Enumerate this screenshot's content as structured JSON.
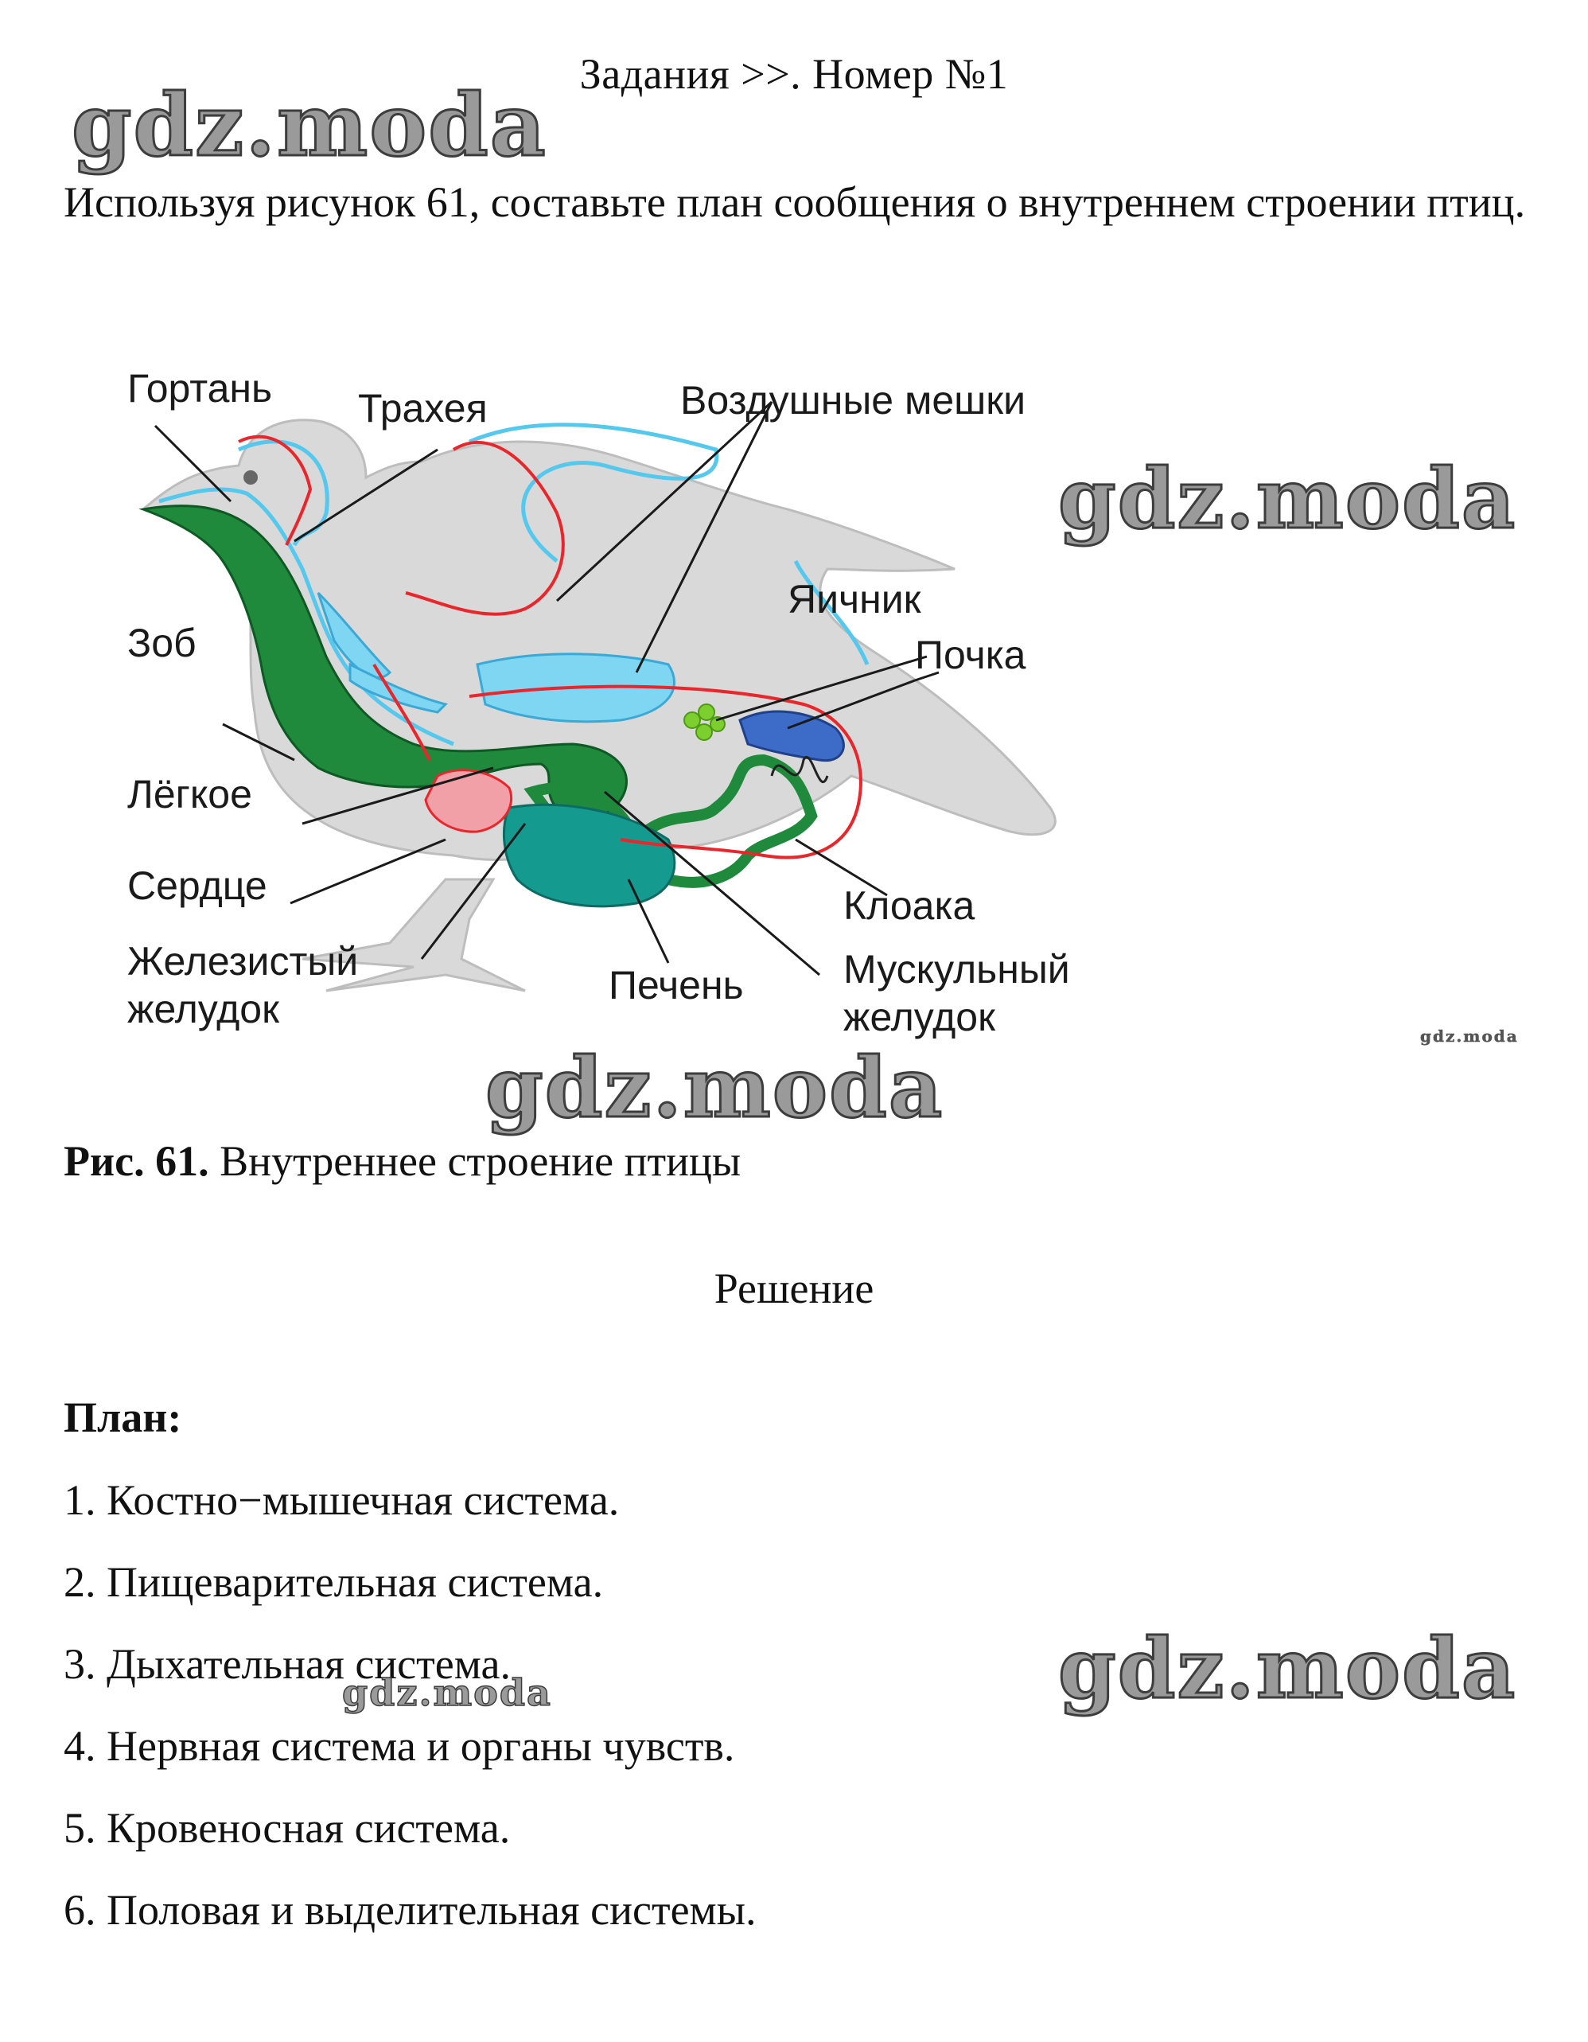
{
  "header": {
    "title": "Задания >>. Номер №1"
  },
  "task": {
    "text": "Используя рисунок 61, составьте план сообщения о внутреннем строении птиц."
  },
  "figure": {
    "labels": {
      "larynx": "Гортань",
      "trachea": "Трахея",
      "air_sacs": "Воздушные мешки",
      "ovary": "Яичник",
      "kidney": "Почка",
      "crop": "Зоб",
      "lung": "Лёгкое",
      "heart": "Сердце",
      "gland_stomach_1": "Железистый",
      "gland_stomach_2": "желудок",
      "cloaca": "Клоака",
      "liver": "Печень",
      "muscle_stomach_1": "Мускульный",
      "muscle_stomach_2": "желудок"
    },
    "colors": {
      "body": "#d9d9d9",
      "digestive": "#1f8a3c",
      "respiratory": "#55c8ee",
      "vessels": "#e8262b",
      "heart": "#f2a0a8",
      "kidney": "#3c6cc8",
      "ovary": "#7ccf2e"
    }
  },
  "caption": {
    "label": "Рис. 61.",
    "text": "Внутреннее строение птицы"
  },
  "solution": {
    "title": "Решение"
  },
  "plan": {
    "title": "План:",
    "items": [
      "1. Костно−мышечная система.",
      "2. Пищеварительная система.",
      "3. Дыхательная система.",
      "4. Нервная система и органы чувств.",
      "5. Кровеносная система.",
      "6. Половая и выделительная системы."
    ]
  },
  "watermark": {
    "text": "gdz.moda"
  }
}
